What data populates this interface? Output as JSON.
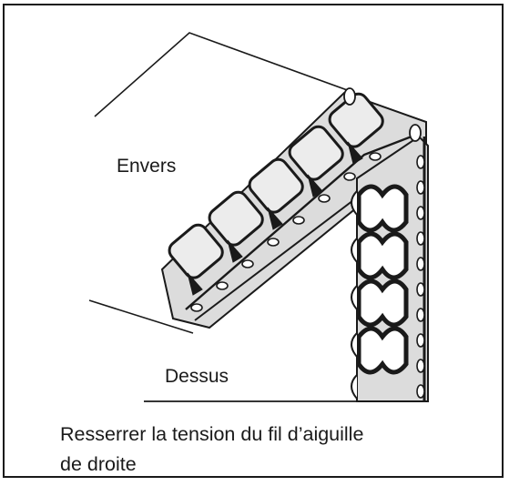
{
  "labels": {
    "envers": "Envers",
    "dessus": "Dessus"
  },
  "caption": {
    "line1": "Resserrer la tension du fil d’aiguille",
    "line2": "de droite"
  },
  "colors": {
    "ink": "#1a1a1a",
    "fabric": "#dcdcdc",
    "background": "#ffffff"
  }
}
